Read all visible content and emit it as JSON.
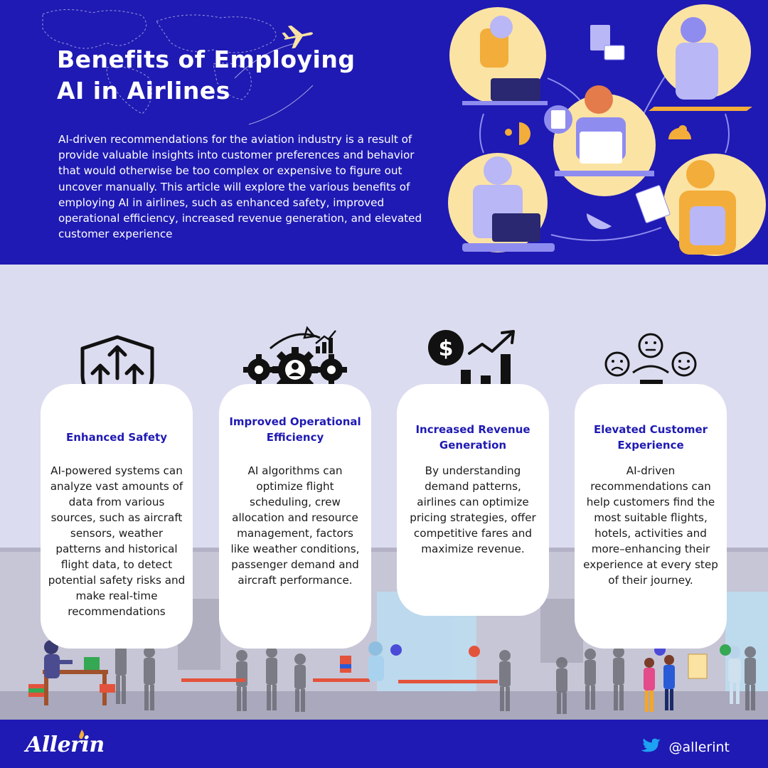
{
  "colors": {
    "primary": "#1f1ab3",
    "band": "#dcdcf0",
    "card": "#ffffff",
    "accent_yellow": "#fbe3a4",
    "accent_orange": "#f3ad3a"
  },
  "header": {
    "title_line1": "Benefits of Employing",
    "title_line2": "AI in Airlines",
    "intro": "AI-driven recommendations for the aviation industry is a result of provide valuable insights into customer preferences and behavior that would otherwise be too complex or expensive to figure out uncover manually. This article will explore the various benefits of employing AI in airlines, such as enhanced safety, improved operational efficiency, increased revenue generation, and elevated customer experience"
  },
  "cards": [
    {
      "icon": "shield-arrows-icon",
      "title": "Enhanced Safety",
      "text": "AI-powered systems can analyze vast amounts of data from various sources, such as aircraft sensors, weather patterns and historical flight data, to detect potential safety risks and make real-time recommendations"
    },
    {
      "icon": "gears-growth-icon",
      "title": "Improved Operational Efficiency",
      "text": "AI algorithms can optimize flight scheduling, crew allocation and resource management, factors like weather conditions, passenger demand and aircraft performance."
    },
    {
      "icon": "revenue-chart-icon",
      "title": "Increased Revenue Generation",
      "text": "By understanding demand patterns, airlines can optimize pricing strategies, offer competitive fares and maximize revenue."
    },
    {
      "icon": "customer-feedback-icon",
      "title": "Elevated Customer Experience",
      "text": "AI-driven recommendations can help customers find the most suitable flights, hotels, activities and more–enhancing their experience at every step of their journey."
    }
  ],
  "footer": {
    "logo": "Allerin",
    "handle_icon": "twitter-bird-icon",
    "handle": "@allerint"
  }
}
